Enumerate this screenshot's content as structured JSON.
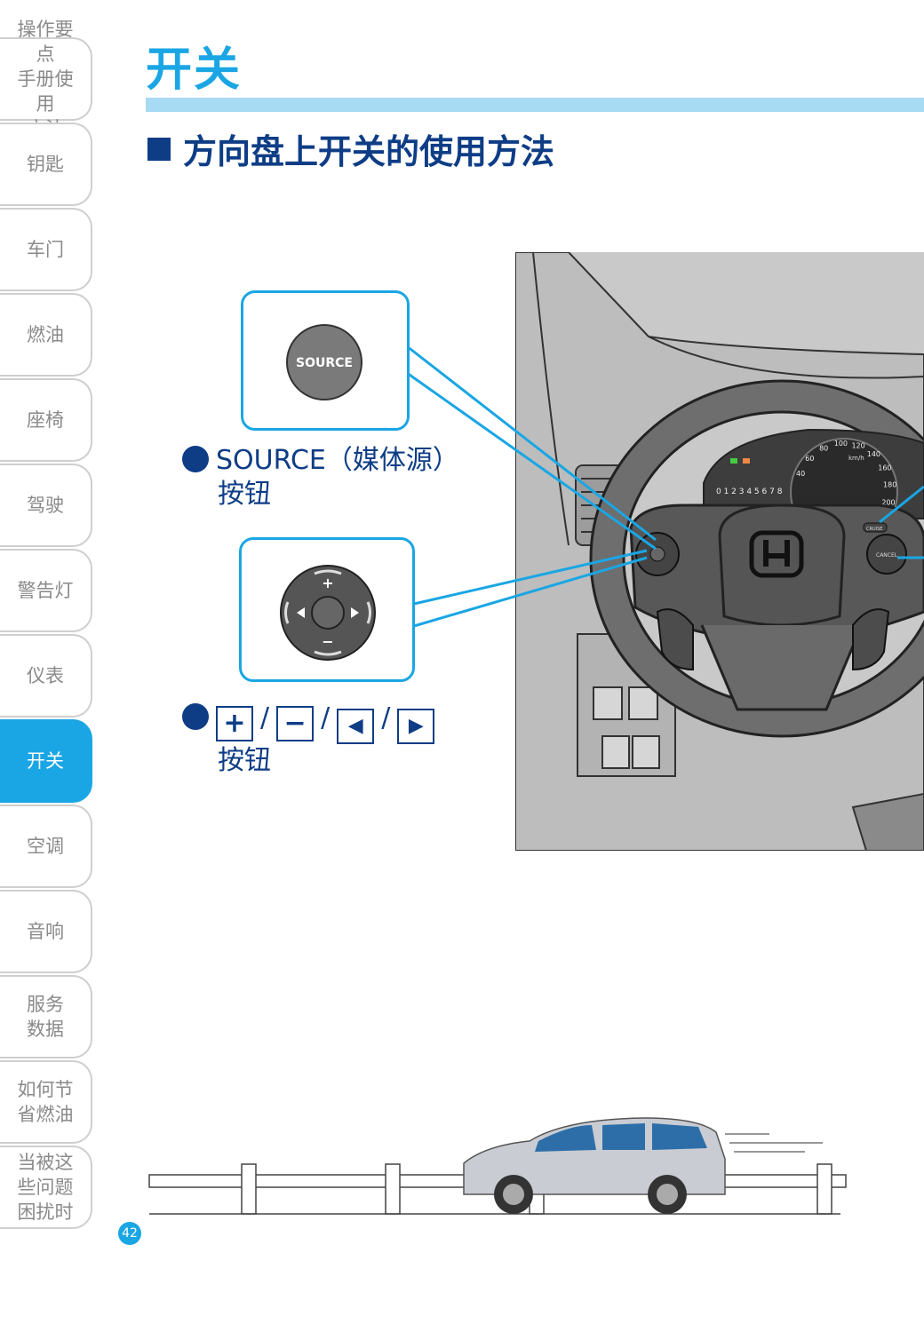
{
  "sidebar": {
    "items": [
      {
        "label": "操作要点\n手册使用\n方法",
        "active": false
      },
      {
        "label": "钥匙",
        "active": false
      },
      {
        "label": "车门",
        "active": false
      },
      {
        "label": "燃油",
        "active": false
      },
      {
        "label": "座椅",
        "active": false
      },
      {
        "label": "驾驶",
        "active": false
      },
      {
        "label": "警告灯",
        "active": false
      },
      {
        "label": "仪表",
        "active": false
      },
      {
        "label": "开关",
        "active": true
      },
      {
        "label": "空调",
        "active": false
      },
      {
        "label": "音响",
        "active": false
      },
      {
        "label": "服务\n数据",
        "active": false
      },
      {
        "label": "如何节\n省燃油",
        "active": false
      },
      {
        "label": "当被这\n些问题\n困扰时",
        "active": false
      }
    ]
  },
  "page": {
    "title": "开关",
    "subtitle": "方向盘上开关的使用方法",
    "page_number": "42"
  },
  "callouts": {
    "source_button_text": "SOURCE",
    "source_label_line1": "SOURCE（媒体源）",
    "source_label_line2": "按钮",
    "dpad_label_keys": [
      "+",
      "−",
      "◀",
      "▶"
    ],
    "dpad_label_sep": "/",
    "dpad_label_line2": "按钮",
    "dpad_plus": "+",
    "dpad_minus": "−"
  },
  "illustration": {
    "cluster_digits": "0 1 2 3 4 5 6 7 8",
    "speed_ticks": [
      "40",
      "60",
      "80",
      "100",
      "120",
      "140",
      "160",
      "180",
      "200"
    ],
    "speed_unit": "km/h",
    "cruise_text": "CRUISE",
    "cancel_text": "CANCEL"
  },
  "colors": {
    "accent": "#1aa6e4",
    "accent_light": "#a6dbf3",
    "navy": "#0e3d86",
    "tab_border": "#cfcfcf"
  }
}
